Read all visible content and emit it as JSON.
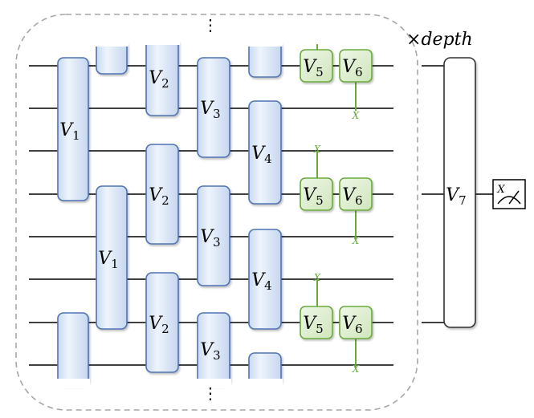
{
  "diagram": {
    "repeat_label_prefix": "×",
    "repeat_label_word": "depth",
    "ellipsis": "⋮",
    "gates": {
      "V1": {
        "base": "V",
        "sub": "1"
      },
      "V2": {
        "base": "V",
        "sub": "2"
      },
      "V3": {
        "base": "V",
        "sub": "3"
      },
      "V4": {
        "base": "V",
        "sub": "4"
      },
      "V5": {
        "base": "V",
        "sub": "5"
      },
      "V6": {
        "base": "V",
        "sub": "6"
      },
      "V7": {
        "base": "V",
        "sub": "7"
      }
    },
    "controls": {
      "x_label": "X"
    },
    "measurement": {
      "basis": "X",
      "icon": "meter-icon"
    },
    "colors": {
      "wire": "#000000",
      "gate_fill": "#dce8f7",
      "gate_stroke": "#4f73b3",
      "local_gate_fill": "#e2f0d3",
      "local_gate_stroke": "#6aab3e",
      "frame": "#a6a6a6",
      "final_gate_stroke": "#333333"
    }
  }
}
